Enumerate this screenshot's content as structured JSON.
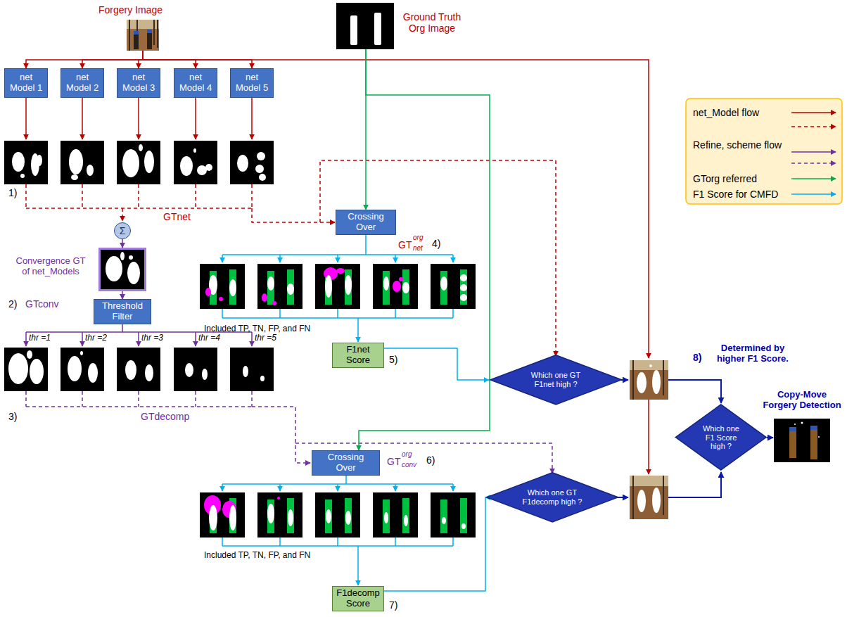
{
  "diagram": {
    "nodes": [
      {
        "text": [
          "Forgery Image"
        ]
      },
      {
        "text": [
          "Ground Truth Org Image"
        ]
      },
      {
        "text": [
          "net Model 1"
        ]
      },
      {
        "text": [
          "net Model 2"
        ]
      },
      {
        "text": [
          "net Model 3"
        ]
      },
      {
        "text": [
          "net Model 4"
        ]
      },
      {
        "text": [
          "net Model 5"
        ]
      },
      {
        "text": [
          "Σ"
        ]
      },
      {
        "text": [
          "Convergence GT of net_Models"
        ]
      },
      {
        "text": [
          "Threshold Filter"
        ]
      },
      {
        "text": [
          "Crossing Over"
        ]
      },
      {
        "text": [
          "F1net Score"
        ]
      },
      {
        "text": [
          "Crossing Over"
        ]
      },
      {
        "text": [
          "F1decomp Score"
        ]
      },
      {
        "text": [
          "Which one GT F1net high ?"
        ]
      },
      {
        "text": [
          "Which one GT F1decomp high ?"
        ]
      },
      {
        "text": [
          "Which one F1 Score high ?"
        ]
      }
    ],
    "edges": [
      {
        "from": 0,
        "to": 2,
        "arrow": "to"
      },
      {
        "from": 0,
        "to": 3,
        "arrow": "to"
      },
      {
        "from": 0,
        "to": 4,
        "arrow": "to"
      },
      {
        "from": 0,
        "to": 5,
        "arrow": "to"
      },
      {
        "from": 0,
        "to": 6,
        "arrow": "to"
      },
      {
        "from": 1,
        "to": 10,
        "arrow": "to"
      },
      {
        "from": 1,
        "to": 12,
        "arrow": "to"
      },
      {
        "from": 7,
        "to": 8,
        "arrow": "to"
      },
      {
        "from": 8,
        "to": 9,
        "arrow": "to"
      },
      {
        "from": 11,
        "to": 14,
        "arrow": "to"
      },
      {
        "from": 13,
        "to": 15,
        "arrow": "to"
      }
    ],
    "labels": [
      "1)",
      "GTnet",
      "2)",
      "GTconv",
      "thr =1",
      "thr =2",
      "thr =3",
      "thr =4",
      "thr =5",
      "3)",
      "GTdecomp",
      "GT",
      "org",
      "net",
      "4)",
      "Included TP, TN, FP, and FN",
      "5)",
      "GT",
      "org",
      "conv",
      "6)",
      "Included TP, TN, FP, and FN",
      "7)",
      "8)",
      "Determined by higher F1 Score.",
      "Copy-Move Forgery Detection"
    ],
    "legend": [
      {
        "text": "net_Model flow"
      },
      {
        "text": "Refine, scheme flow"
      },
      {
        "text": "GTorg referred"
      },
      {
        "text": "F1 Score for CMFD"
      }
    ]
  }
}
